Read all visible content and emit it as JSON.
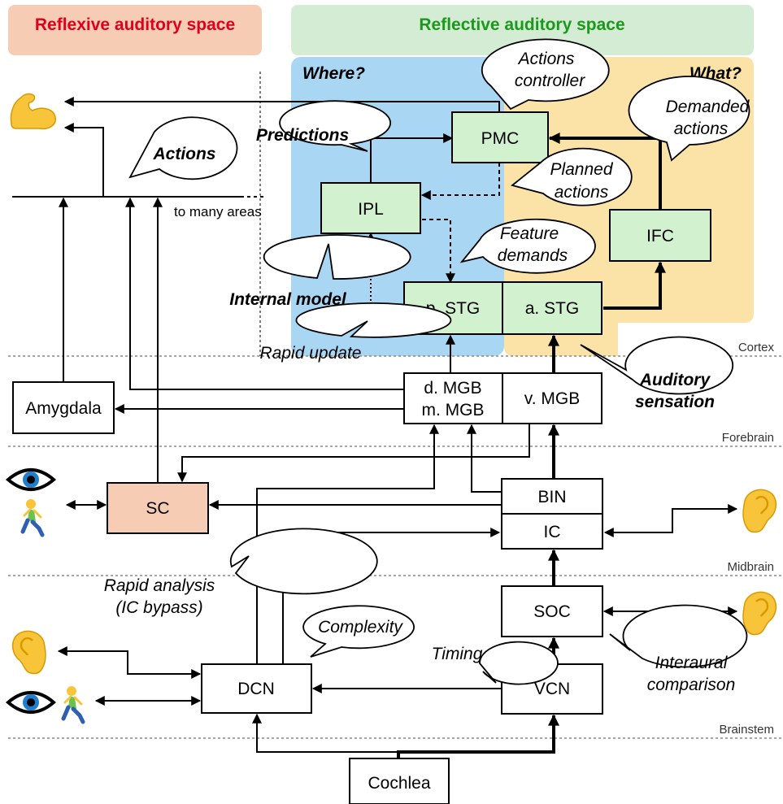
{
  "headers": {
    "reflexive": "Reflexive auditory space",
    "reflective": "Reflective auditory space"
  },
  "colors": {
    "reflexive_header": "#f6cdb4",
    "reflexive_text": "#e0001b",
    "reflective_header": "#d5ecd4",
    "reflective_text": "#1a9a1a",
    "where_region": "#a9d7f3",
    "what_region": "#fbe2a6",
    "cortex_node": "#d2f2cf",
    "sc_node": "#f6cdb4"
  },
  "regions": {
    "where": "Where?",
    "what": "What?"
  },
  "levels": {
    "cortex": "Cortex",
    "forebrain": "Forebrain",
    "midbrain": "Midbrain",
    "brainstem": "Brainstem"
  },
  "nodes": {
    "pmc": "PMC",
    "ipl": "IPL",
    "ifc": "IFC",
    "pstg": "p. STG",
    "astg": "a. STG",
    "dmgb": "d. MGB",
    "mmgb": "m. MGB",
    "vmgb": "v. MGB",
    "amygdala": "Amygdala",
    "sc": "SC",
    "bin": "BIN",
    "ic": "IC",
    "soc": "SOC",
    "dcn": "DCN",
    "vcn": "VCN",
    "cochlea": "Cochlea"
  },
  "bubbles": {
    "actions_controller_1": "Actions",
    "actions_controller_2": "controller",
    "demanded_actions_1": "Demanded",
    "demanded_actions_2": "actions",
    "actions": "Actions",
    "predictions": "Predictions",
    "planned_actions_1": "Planned",
    "planned_actions_2": "actions",
    "feature_demands_1": "Feature",
    "feature_demands_2": "demands",
    "internal_model": "Internal model",
    "rapid_update": "Rapid update",
    "auditory_sensation_1": "Auditory",
    "auditory_sensation_2": "sensation",
    "rapid_analysis_1": "Rapid analysis",
    "rapid_analysis_2": "(IC bypass)",
    "complexity": "Complexity",
    "timing": "Timing",
    "interaural_1": "Interaural",
    "interaural_2": "comparison"
  },
  "labels": {
    "to_many_areas": "to many areas"
  },
  "icons": [
    "flexed-biceps-icon",
    "eye-icon",
    "running-person-icon",
    "ear-icon"
  ]
}
